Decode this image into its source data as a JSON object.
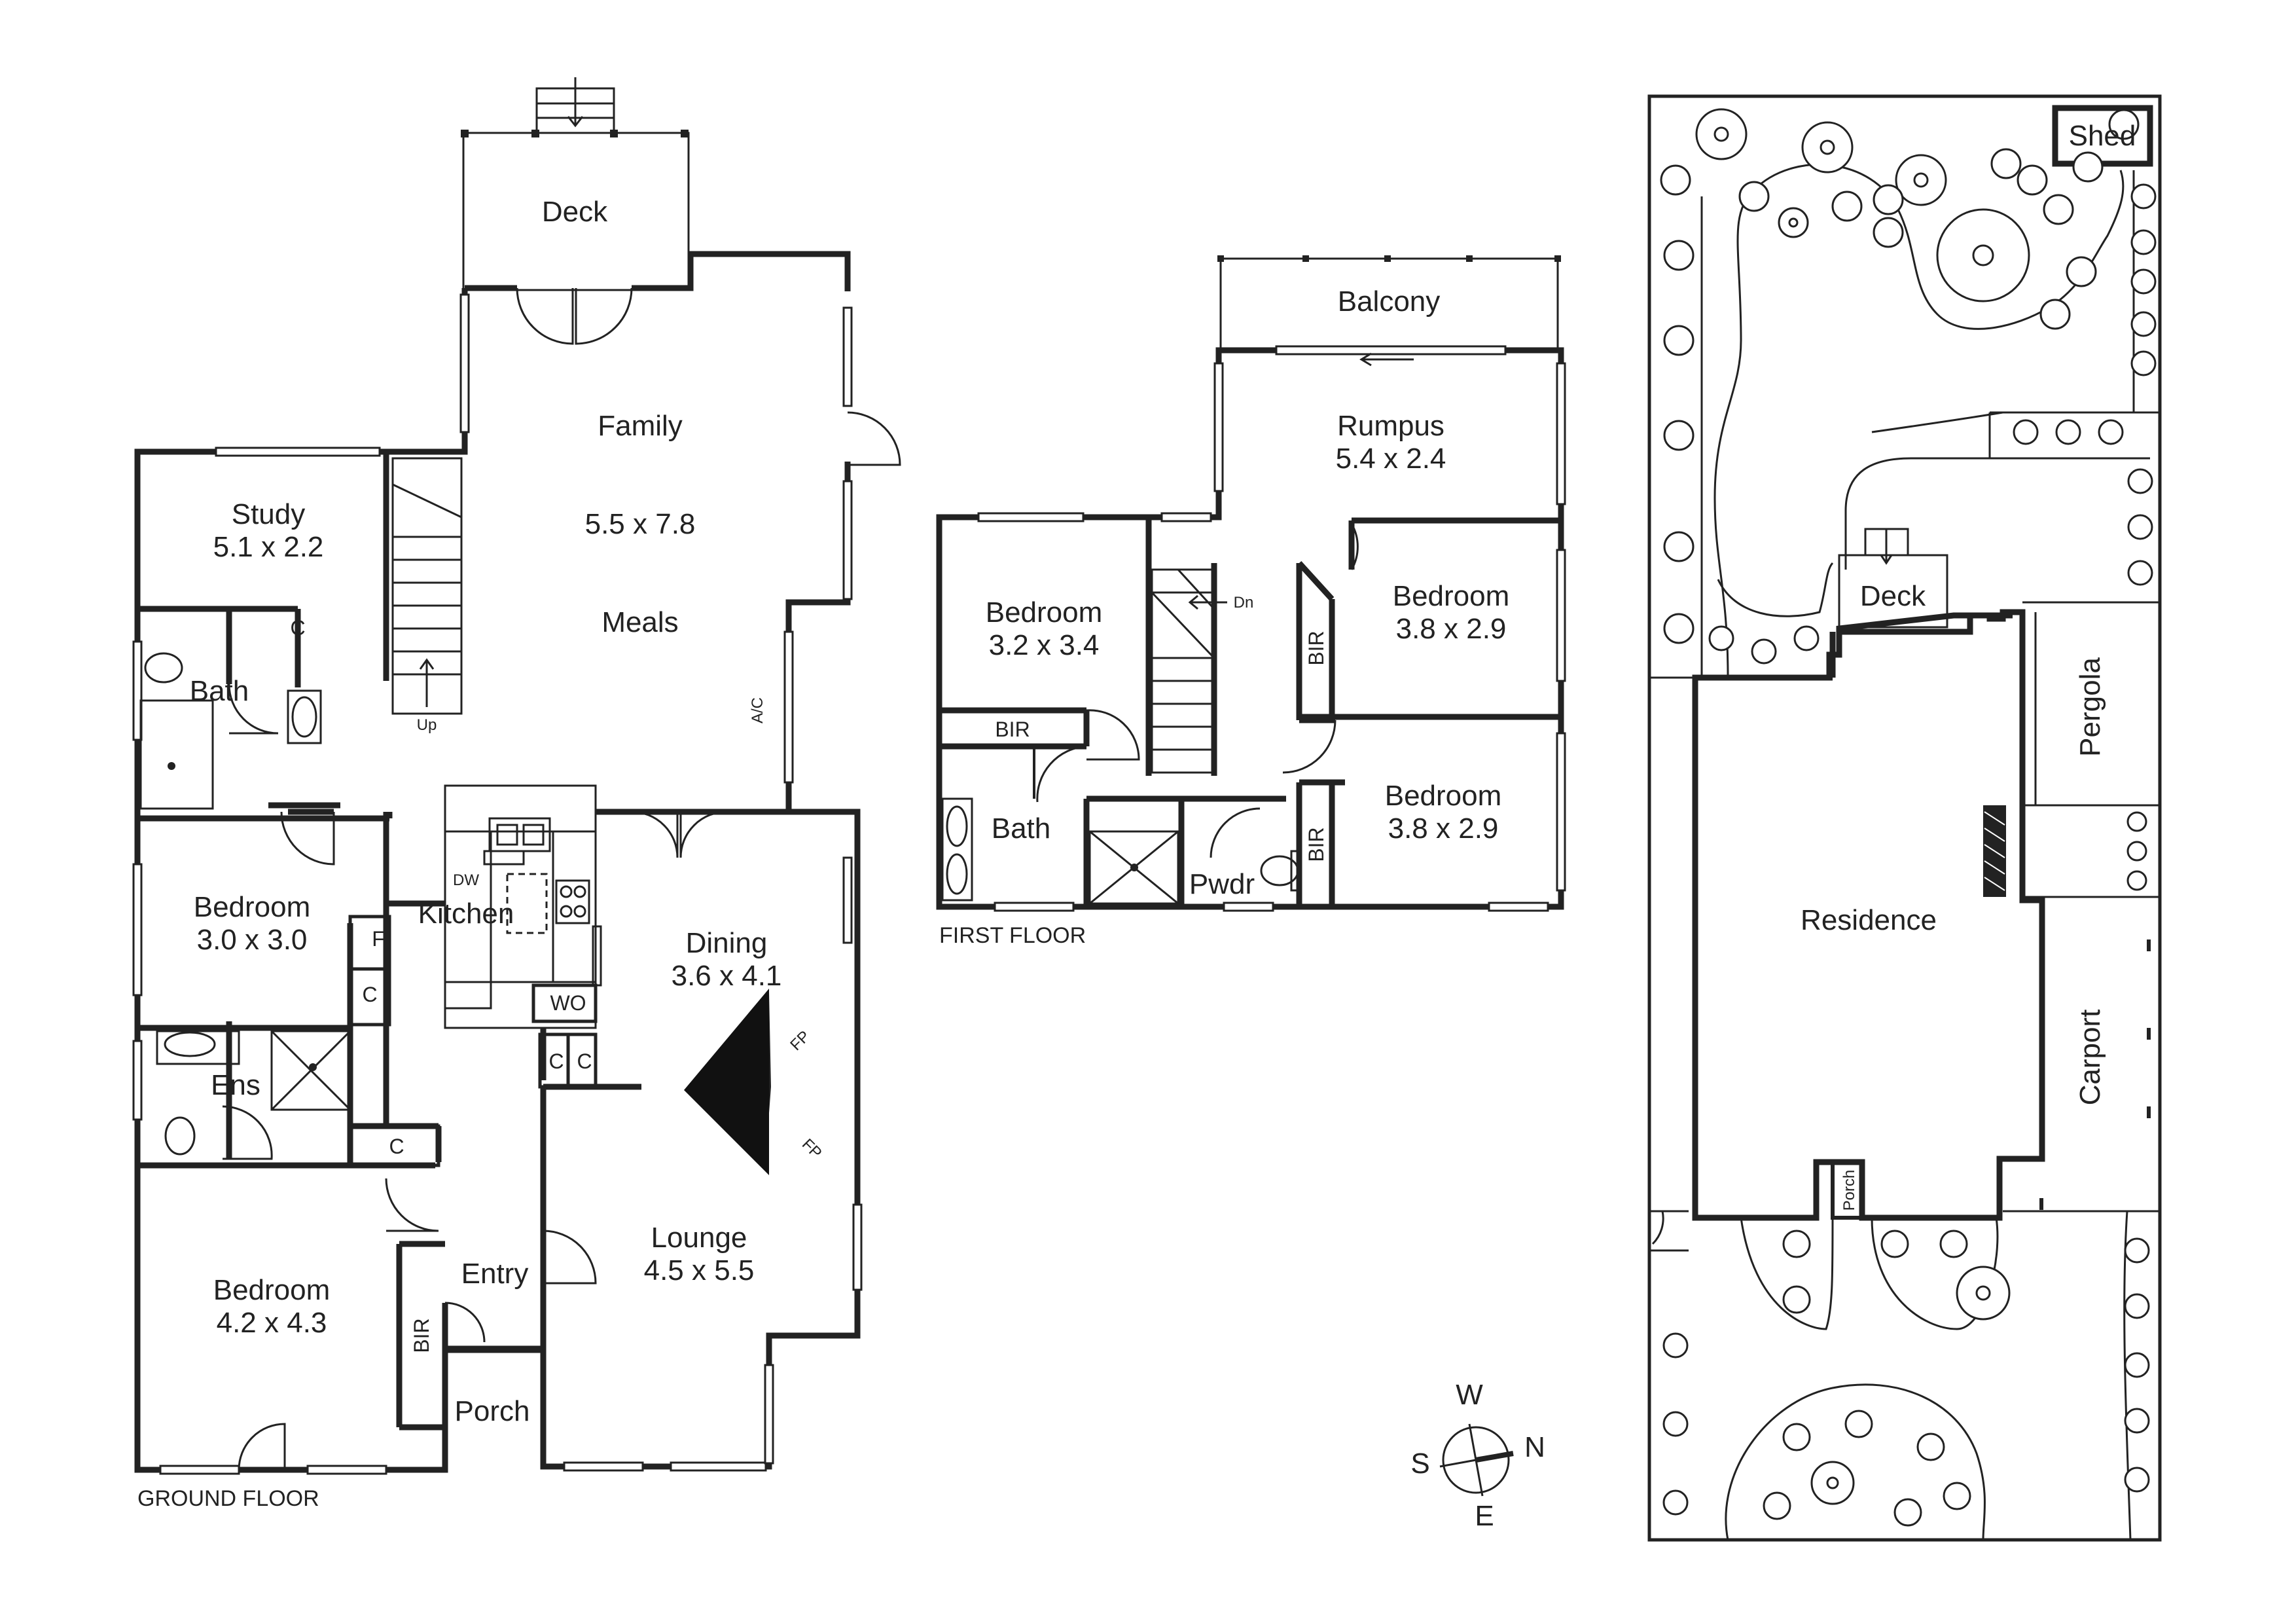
{
  "ground_floor": {
    "caption": "GROUND FLOOR",
    "deck": "Deck",
    "family": "Family",
    "family_size": "5.5 x 7.8",
    "meals": "Meals",
    "ac": "A/C",
    "study": "Study",
    "study_size": "5.1 x 2.2",
    "cupboard": "C",
    "bath": "Bath",
    "stair_up": "Up",
    "bedroom_a": "Bedroom",
    "bedroom_a_size": "3.0 x 3.0",
    "kitchen": "Kitchen",
    "dw": "DW",
    "fridge": "F",
    "wo": "WO",
    "dining": "Dining",
    "dining_size": "3.6 x 4.1",
    "fp": "FP",
    "ens": "Ens",
    "bedroom_b": "Bedroom",
    "bedroom_b_size": "4.2 x 4.3",
    "bir": "BIR",
    "entry": "Entry",
    "porch": "Porch",
    "lounge": "Lounge",
    "lounge_size": "4.5 x 5.5"
  },
  "first_floor": {
    "caption": "FIRST FLOOR",
    "balcony": "Balcony",
    "rumpus": "Rumpus",
    "rumpus_size": "5.4 x 2.4",
    "bedroom_1": "Bedroom",
    "bedroom_1_size": "3.2 x 3.4",
    "stair_dn": "Dn",
    "bedroom_2": "Bedroom",
    "bedroom_2_size": "3.8 x 2.9",
    "bedroom_3": "Bedroom",
    "bedroom_3_size": "3.8 x 2.9",
    "bir": "BIR",
    "bath": "Bath",
    "pwdr": "Pwdr"
  },
  "compass": {
    "w": "W",
    "s": "S",
    "n": "N",
    "e": "E"
  },
  "site_plan": {
    "shed": "Shed",
    "deck": "Deck",
    "pergola": "Pergola",
    "residence": "Residence",
    "carport": "Carport",
    "porch": "Porch"
  }
}
